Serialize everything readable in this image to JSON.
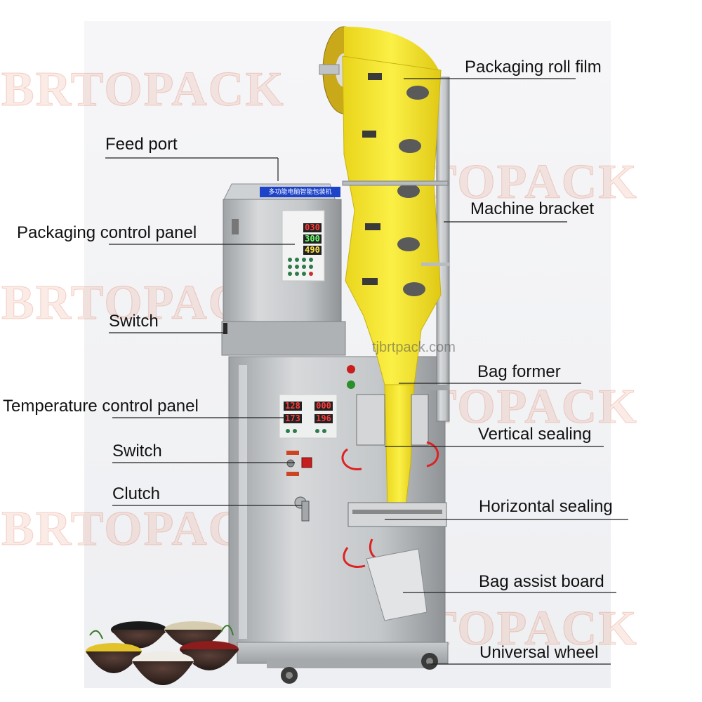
{
  "watermark": {
    "text": "BRTOPACK"
  },
  "website": "tjbrtpack.com",
  "head_plate": "多功能电脑智能包装机",
  "displays": {
    "packaging": [
      "030",
      "300",
      "490"
    ],
    "temperature": [
      "128",
      "000",
      "173",
      "196"
    ]
  },
  "labels": {
    "packaging_roll_film": "Packaging roll film",
    "feed_port": "Feed port",
    "machine_bracket": "Machine bracket",
    "packaging_control_panel": "Packaging control panel",
    "switch_upper": "Switch",
    "bag_former": "Bag former",
    "temperature_control_panel": "Temperature control panel",
    "vertical_sealing": "Vertical sealing",
    "switch_lower": "Switch",
    "clutch": "Clutch",
    "horizontal_sealing": "Horizontal sealing",
    "bag_assist_board": "Bag assist board",
    "universal_wheel": "Universal wheel"
  },
  "colors": {
    "film_yellow": "#f5e62a",
    "steel": "#b9bcbe",
    "plate_blue": "#1d43c9",
    "watermark": "#ee785a"
  }
}
